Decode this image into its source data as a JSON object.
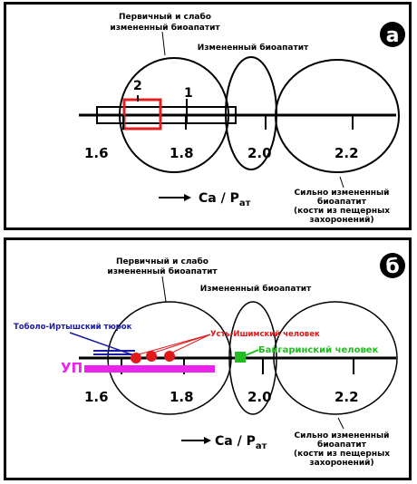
{
  "panel_a": {
    "badge": "a",
    "label_primary_line1": "Первичный и слабо",
    "label_primary_line2": "измененный биоапатит",
    "label_changed": "Измененный биоапатит",
    "label_strong_line1": "Сильно измененный",
    "label_strong_line2": "биоапатит",
    "label_strong_line3": "(кости из пещерных",
    "label_strong_line4": "захоронений)",
    "box_label_2": "2",
    "box_label_1": "1",
    "ticks": [
      "1.6",
      "1.8",
      "2.0",
      "2.2"
    ],
    "axis_label": "Ca / P",
    "axis_sub": "ат"
  },
  "panel_b": {
    "badge": "б",
    "label_primary_line1": "Первичный и слабо",
    "label_primary_line2": "измененный биоапатит",
    "label_changed": "Измененный биоапатит",
    "label_strong_line1": "Сильно измененный",
    "label_strong_line2": "биоапатит",
    "label_strong_line3": "(кости из пещерных",
    "label_strong_line4": "захоронений)",
    "label_tobol": "Тоболо-Иртышский тюрок",
    "label_ust_ishim": "Усть-Ишимский человек",
    "label_baigara": "Байгаринский человек",
    "label_up": "УП",
    "ticks": [
      "1.6",
      "1.8",
      "2.0",
      "2.2"
    ],
    "axis_label": "Ca / P",
    "axis_sub": "ат"
  },
  "colors": {
    "box_2": "#e02020",
    "ust_ishim": "#e01a1a",
    "tobol": "#1a1aa8",
    "baigara": "#22bb22",
    "up_bar": "#ee22ee",
    "badge_bg": "#000000"
  }
}
